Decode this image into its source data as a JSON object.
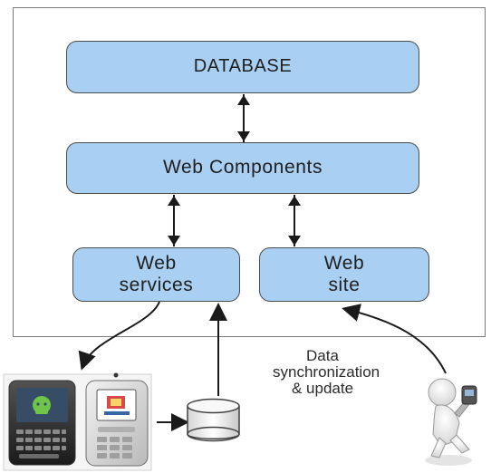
{
  "diagram": {
    "database_label": "DATABASE",
    "web_components_label": "Web Components",
    "web_services_label": {
      "line1": "Web",
      "line2": "services"
    },
    "web_site_label": {
      "line1": "Web",
      "line2": "site"
    },
    "sync_label": {
      "line1": "Data",
      "line2": "synchronization",
      "line3": "& update"
    }
  },
  "colors": {
    "box_fill": "#a9cff2",
    "box_border": "#4b4b4b",
    "frame_border": "#7b7b7b",
    "arrow": "#1a1a1a"
  },
  "icons": {
    "smartphone": "qwerty-smartphone-icon",
    "feature_phone": "feature-phone-icon",
    "storage": "database-cylinder-icon",
    "user": "3d-user-icon"
  }
}
